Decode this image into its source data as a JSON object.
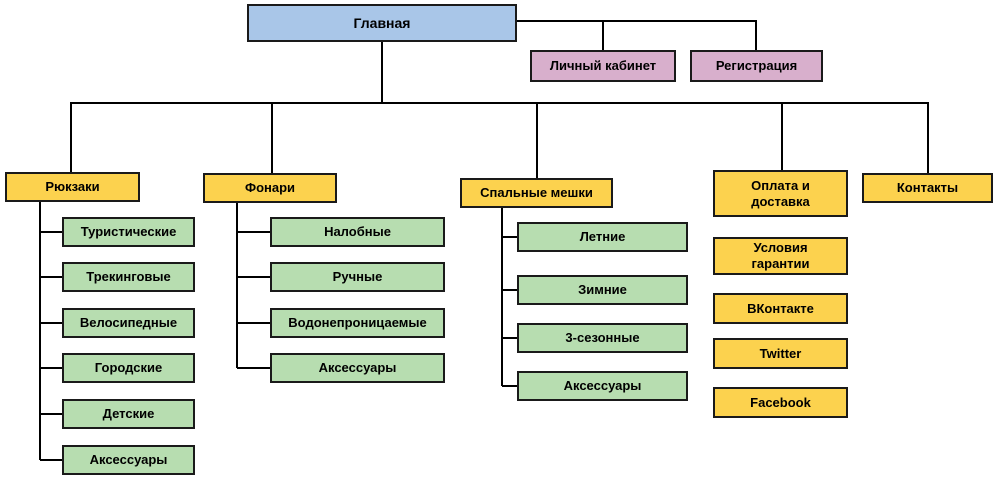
{
  "palette": {
    "root_fill": "#a9c6e8",
    "account_fill": "#d8afcc",
    "category_fill": "#fcd24e",
    "subitem_fill": "#b7ddb0",
    "border": "#1a1a1a",
    "connector": "#000000"
  },
  "tree": {
    "root": {
      "label": "Главная"
    },
    "root_links": [
      {
        "label": "Личный кабинет"
      },
      {
        "label": "Регистрация"
      }
    ],
    "branches": [
      {
        "label": "Рюкзаки",
        "children": [
          "Туристические",
          "Трекинговые",
          "Велосипедные",
          "Городские",
          "Детские",
          "Аксессуары"
        ]
      },
      {
        "label": "Фонари",
        "children": [
          "Налобные",
          "Ручные",
          "Водонепроницаемые",
          "Аксессуары"
        ]
      },
      {
        "label": "Спальные мешки",
        "children": [
          "Летние",
          "Зимние",
          "3-сезонные",
          "Аксессуары"
        ]
      },
      {
        "label": "Оплата и\nдоставка",
        "children": [
          "Условия\nгарантии",
          "ВКонтакте",
          "Twitter",
          "Facebook"
        ]
      },
      {
        "label": "Контакты",
        "children": []
      }
    ]
  }
}
